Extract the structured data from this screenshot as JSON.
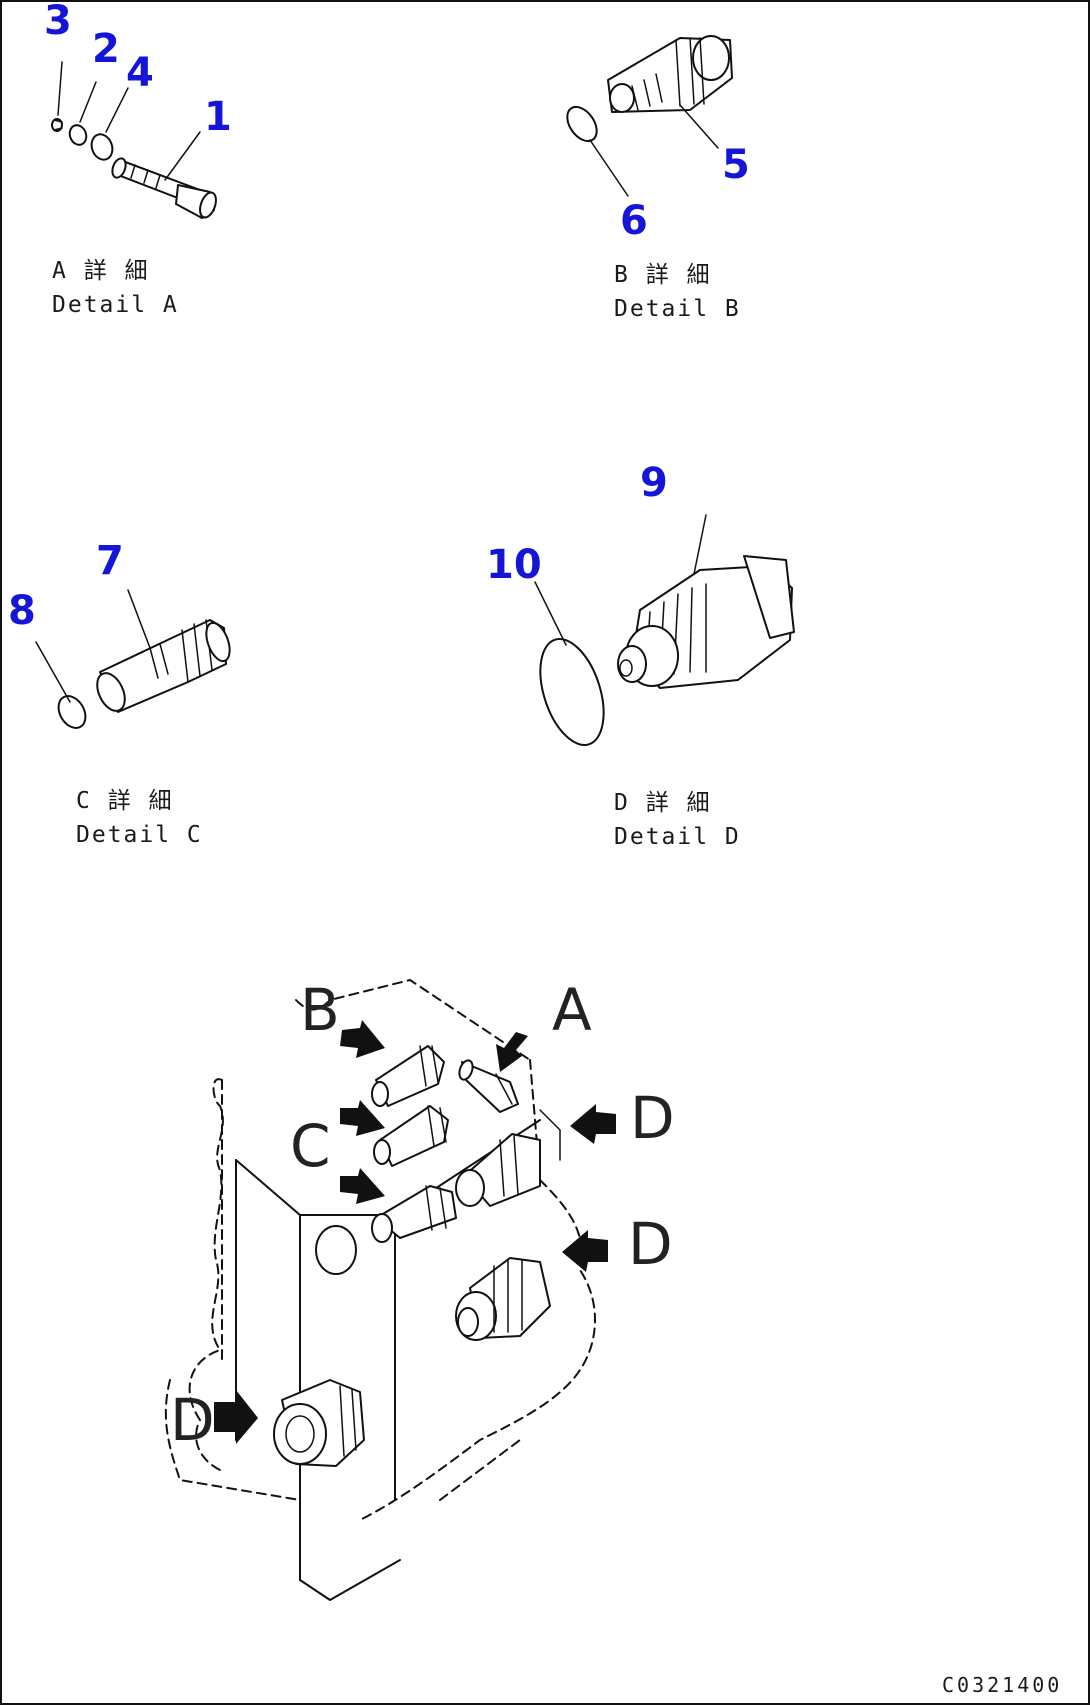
{
  "callouts": {
    "p1": "1",
    "p2": "2",
    "p3": "3",
    "p4": "4",
    "p5": "5",
    "p6": "6",
    "p7": "7",
    "p8": "8",
    "p9": "9",
    "p10": "10"
  },
  "details": {
    "a": {
      "jp": "A 詳 細",
      "en": "Detail A"
    },
    "b": {
      "jp": "B 詳 細",
      "en": "Detail B"
    },
    "c": {
      "jp": "C 詳 細",
      "en": "Detail C"
    },
    "d": {
      "jp": "D 詳 細",
      "en": "Detail D"
    }
  },
  "view_labels": {
    "a": "A",
    "b": "B",
    "c": "C",
    "d": "D",
    "e": "D",
    "f": "D"
  },
  "drawing_code": "C0321400",
  "colors": {
    "callout": "#1515d8",
    "line": "#111111",
    "background": "#ffffff"
  }
}
